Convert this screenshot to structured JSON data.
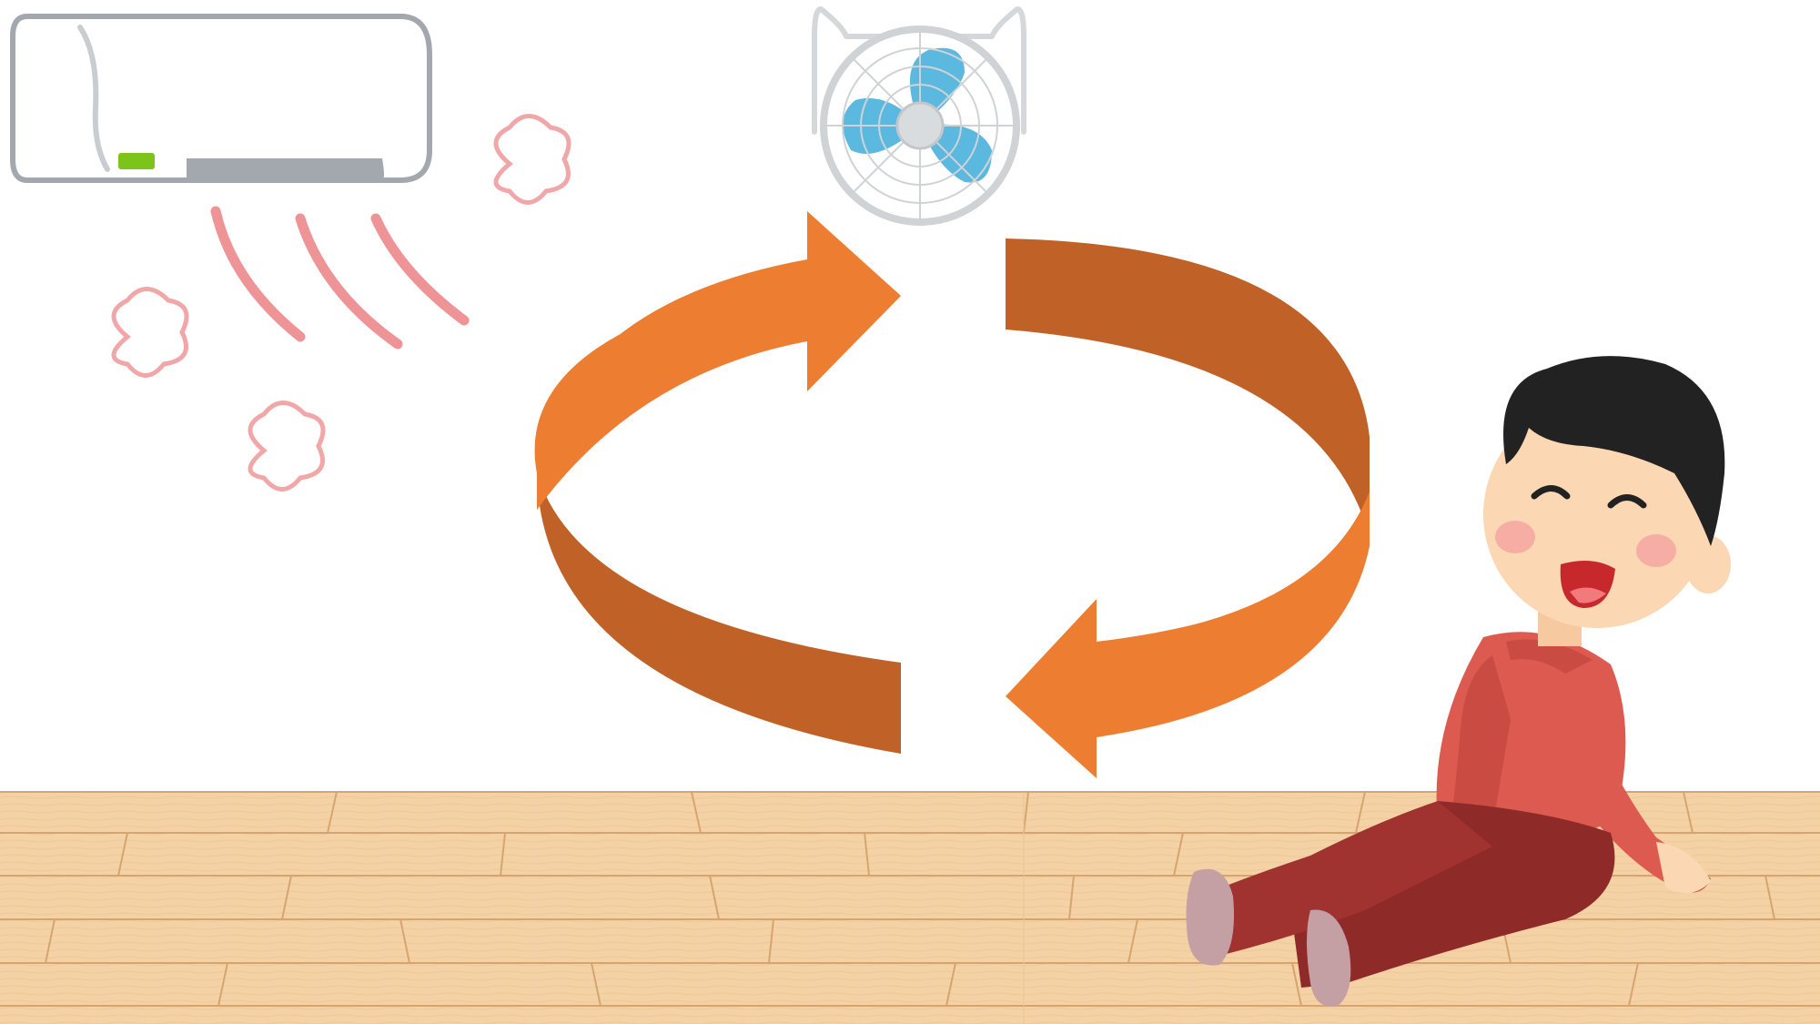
{
  "scene": {
    "objects": [
      "air-conditioner",
      "circulator-fan",
      "circulation-arrows",
      "sitting-person",
      "wooden-floor"
    ],
    "colors": {
      "arrow_light": "#ED7D31",
      "arrow_dark": "#C06227",
      "floor": "#F3CFA0",
      "floor_lines": "#D9A772",
      "fan_blade": "#5BB8DE",
      "ac_body": "#9EA4AA",
      "ac_indicator": "#7CC31A",
      "air_flow": "#EE9496",
      "shirt": "#DC5A4F",
      "pants": "#8E2A28",
      "hair": "#222222",
      "skin": "#FBD7B4"
    },
    "icons": [
      "air-conditioner-icon",
      "fan-icon",
      "cycle-arrows-icon",
      "person-icon"
    ]
  }
}
